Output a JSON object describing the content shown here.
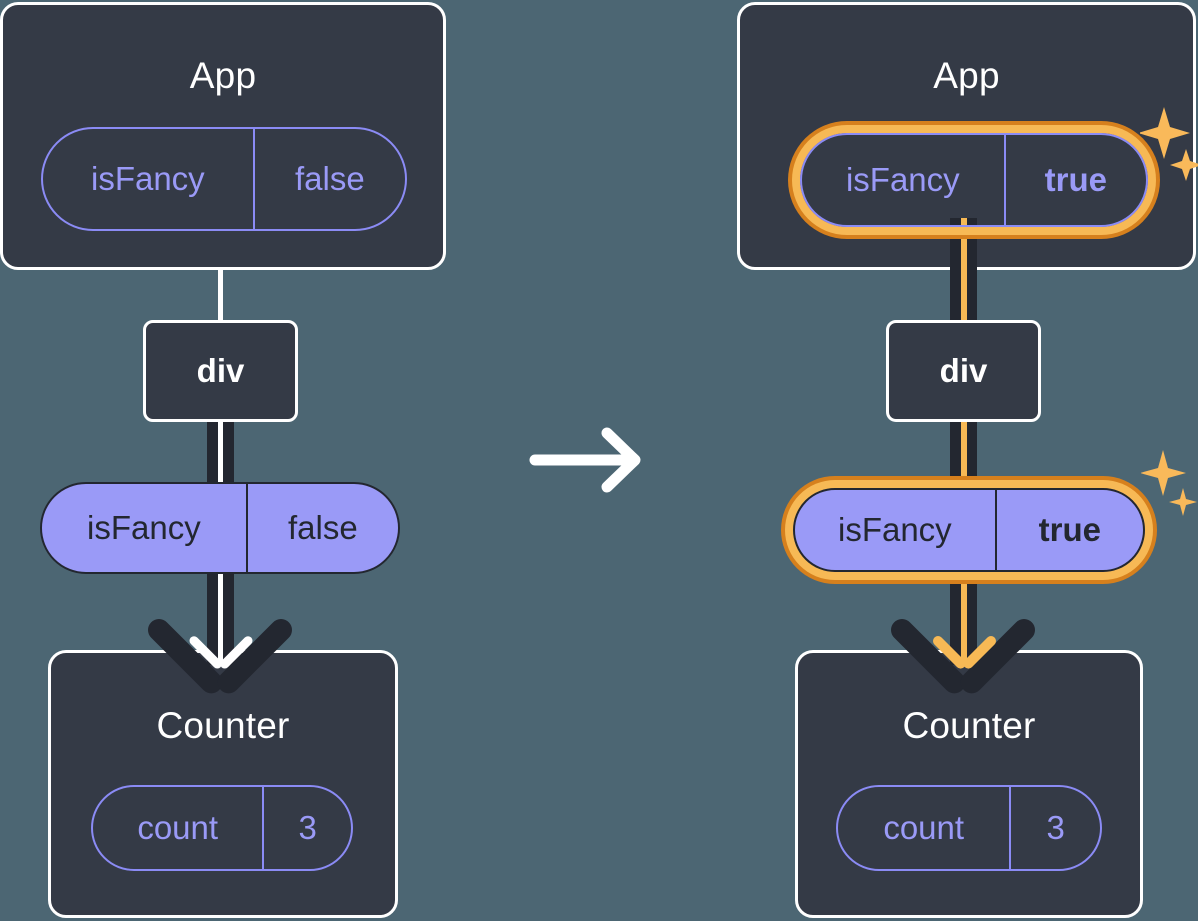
{
  "diagram": {
    "title_app": "App",
    "title_counter": "Counter",
    "node_div": "div",
    "arrow_icon": "right-arrow-icon",
    "sparkle_icon": "sparkles-icon",
    "colors": {
      "background": "#4c6673",
      "box_fill": "#343a46",
      "box_border": "#ffffff",
      "pill_purple": "#9a9af7",
      "pill_outline": "#8b8bf5",
      "dark_line": "#232730",
      "highlight_inner": "#f7b955",
      "highlight_outer": "#d6801d",
      "sparkle": "#f9b95a"
    },
    "panels": [
      {
        "id": "before",
        "app": {
          "title": "App",
          "state_pill": {
            "name": "isFancy",
            "value": "false",
            "highlighted": false,
            "bold_value": false
          }
        },
        "div": {
          "label": "div"
        },
        "props_pill": {
          "name": "isFancy",
          "value": "false",
          "highlighted": false,
          "bold_value": false
        },
        "counter": {
          "title": "Counter",
          "state_pill": {
            "name": "count",
            "value": "3",
            "highlighted": false,
            "bold_value": false
          }
        }
      },
      {
        "id": "after",
        "app": {
          "title": "App",
          "state_pill": {
            "name": "isFancy",
            "value": "true",
            "highlighted": true,
            "bold_value": true
          }
        },
        "div": {
          "label": "div"
        },
        "props_pill": {
          "name": "isFancy",
          "value": "true",
          "highlighted": true,
          "bold_value": true
        },
        "counter": {
          "title": "Counter",
          "state_pill": {
            "name": "count",
            "value": "3",
            "highlighted": false,
            "bold_value": false
          }
        }
      }
    ]
  }
}
